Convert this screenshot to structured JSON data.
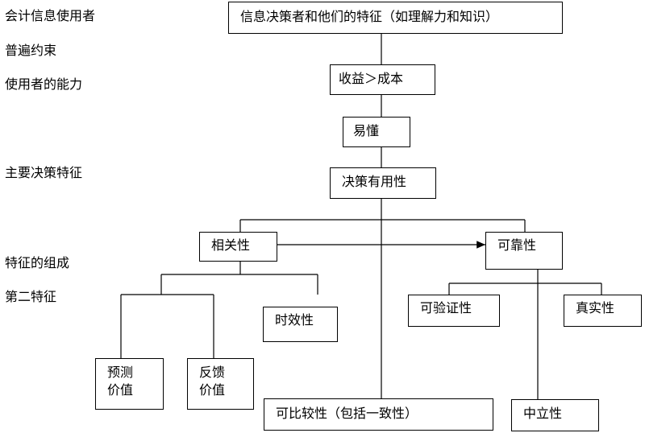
{
  "side_labels": {
    "users": "会计信息使用者",
    "constraint": "普遍约束",
    "user_ability": "使用者的能力",
    "decision_quality": "主要决策特征",
    "components": "特征的组成",
    "secondary": "第二特征"
  },
  "nodes": {
    "decision_makers": "信息决策者和他们的特征（如理解力和知识）",
    "benefit_cost": "收益＞成本",
    "understandability": "易懂",
    "decision_usefulness": "决策有用性",
    "relevance": "相关性",
    "reliability": "可靠性",
    "timeliness": "时效性",
    "predictive_value": "预测\n价值",
    "feedback_value": "反馈\n价值",
    "comparability": "可比较性（包括一致性）",
    "verifiability": "可验证性",
    "representational_faithfulness": "真实性",
    "neutrality": "中立性"
  }
}
